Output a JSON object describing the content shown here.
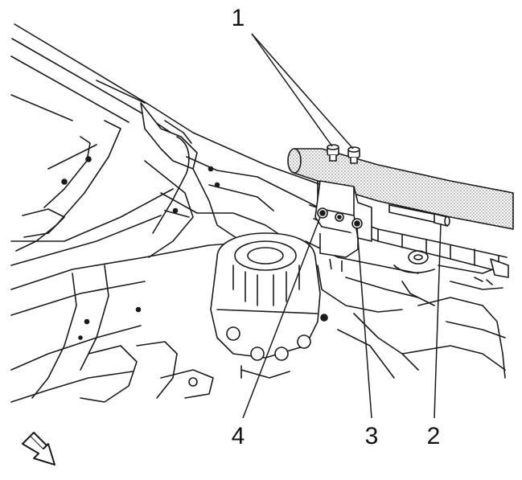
{
  "callouts": [
    {
      "id": "1",
      "label": "1"
    },
    {
      "id": "2",
      "label": "2"
    },
    {
      "id": "3",
      "label": "3"
    },
    {
      "id": "4",
      "label": "4"
    }
  ],
  "colors": {
    "line": "#1a1a1a",
    "fill": "#ffffff",
    "stipple": "#9a9a9a"
  },
  "icons": {
    "direction_arrow": "front-arrow-icon"
  }
}
